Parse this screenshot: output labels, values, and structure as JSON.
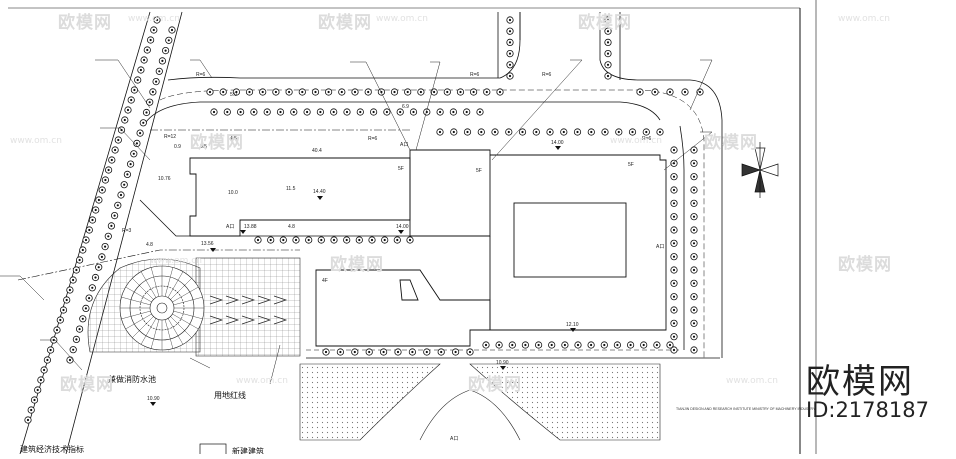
{
  "watermark": {
    "brand": "欧模网",
    "url": "www.om.cn",
    "id_text": "ID:2178187"
  },
  "annotations": {
    "fire_pool": "兼做消防水池",
    "site_redline": "用地红线",
    "tech_title": "建筑经济技术指标",
    "legend_new": "新建建筑"
  },
  "elevations": [
    "14.40",
    "14.00",
    "14.00",
    "13.88",
    "13.56",
    "12.10",
    "10.90",
    "10.90"
  ],
  "dimensions": [
    "R=6",
    "R=6",
    "R=6",
    "R=6",
    "R=12",
    "R=6",
    "R=3",
    "40.4",
    "10.76",
    "0.9",
    "10.0",
    "11.5",
    "4.8",
    "4.8",
    "5.0",
    "6.9",
    "4.5",
    "3.5"
  ],
  "floors": [
    "5F",
    "5F",
    "5F",
    "4F"
  ],
  "entrances": [
    "A口",
    "A口",
    "A口",
    "A口"
  ],
  "institute_text": "TIANJIN DESIGN AND RESEARCH INSTITUTE MINISTRY OF MACHINERY INDUSTRY",
  "colors": {
    "line": "#111111",
    "watermark": "#dcdcdc",
    "hatch": "#777777"
  },
  "icons": [
    "north-arrow-icon"
  ]
}
